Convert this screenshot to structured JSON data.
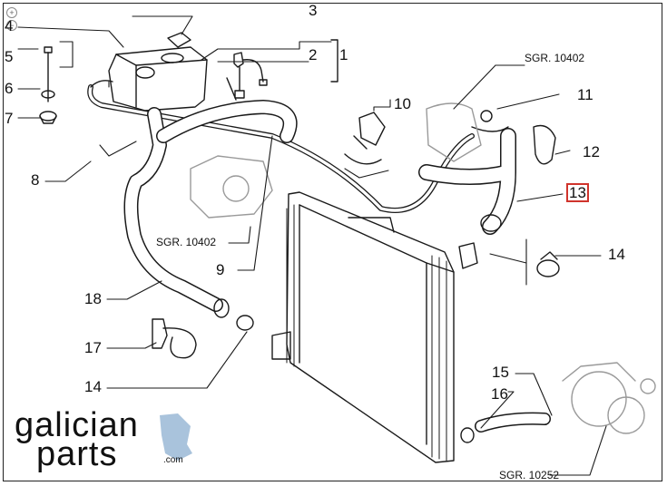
{
  "diagram": {
    "callouts": {
      "c1": "1",
      "c2": "2",
      "c3": "3",
      "c4": "4",
      "c5": "5",
      "c6": "6",
      "c7": "7",
      "c8": "8",
      "c9": "9",
      "c10": "10",
      "c11": "11",
      "c12": "12",
      "c13": "13",
      "c14a": "14",
      "c14b": "14",
      "c15": "15",
      "c16": "16",
      "c17": "17",
      "c18": "18"
    },
    "references": {
      "sgr_top": "SGR. 10402",
      "sgr_mid": "SGR. 10402",
      "sgr_bottom": "SGR. 10252"
    },
    "highlighted_callout": "13"
  },
  "logo": {
    "line1": "galician",
    "line2": "parts",
    "domain": ".com",
    "accent": "#a9c3dc"
  },
  "colors": {
    "line": "#1a1a1a",
    "highlight": "#d0342c",
    "faded": "#9a9a9a"
  }
}
